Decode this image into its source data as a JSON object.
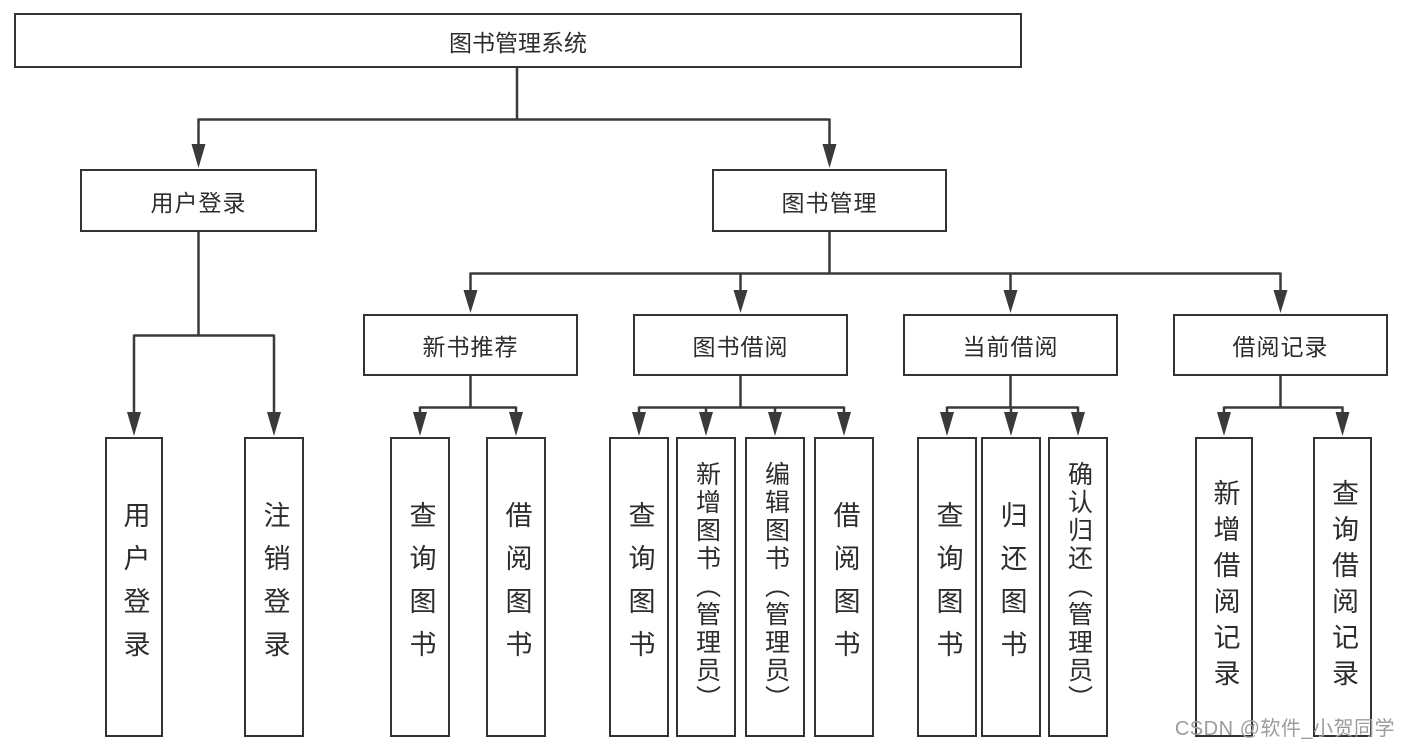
{
  "colors": {
    "background": "#ffffff",
    "box_border": "#333333",
    "line": "#3a3a3a",
    "text": "#2d2d2d",
    "watermark": "#9c9c9c"
  },
  "watermark": "CSDN @软件_小贺同学",
  "tree": {
    "label": "图书管理系统",
    "children": [
      {
        "label": "用户登录",
        "children": [
          {
            "label": "用户登录"
          },
          {
            "label": "注销登录"
          }
        ]
      },
      {
        "label": "图书管理",
        "children": [
          {
            "label": "新书推荐",
            "children": [
              {
                "label": "查询图书"
              },
              {
                "label": "借阅图书"
              }
            ]
          },
          {
            "label": "图书借阅",
            "children": [
              {
                "label": "查询图书"
              },
              {
                "label": "新增图书（管理员）"
              },
              {
                "label": "编辑图书（管理员）"
              },
              {
                "label": "借阅图书"
              }
            ]
          },
          {
            "label": "当前借阅",
            "children": [
              {
                "label": "查询图书"
              },
              {
                "label": "归还图书"
              },
              {
                "label": "确认归还（管理员）"
              }
            ]
          },
          {
            "label": "借阅记录",
            "children": [
              {
                "label": "新增借阅记录"
              },
              {
                "label": "查询借阅记录"
              }
            ]
          }
        ]
      }
    ]
  }
}
